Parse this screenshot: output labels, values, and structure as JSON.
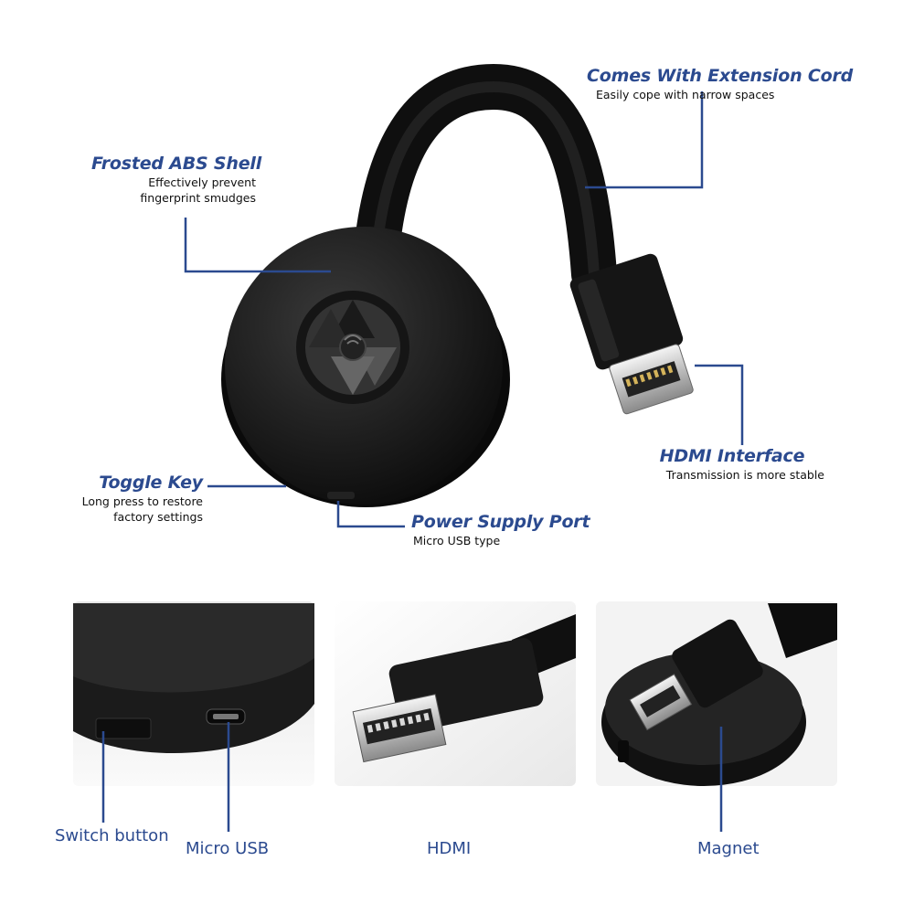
{
  "callouts": {
    "extension": {
      "title": "Comes With Extension Cord",
      "desc": "Easily cope with narrow spaces"
    },
    "shell": {
      "title": "Frosted ABS Shell",
      "desc_line1": "Effectively prevent",
      "desc_line2": "fingerprint smudges"
    },
    "hdmi": {
      "title": "HDMI Interface",
      "desc": "Transmission is more stable"
    },
    "toggle": {
      "title": "Toggle Key",
      "desc_line1": "Long press to restore",
      "desc_line2": "factory settings"
    },
    "power": {
      "title": "Power Supply Port",
      "desc": "Micro USB type"
    }
  },
  "bottom_labels": {
    "switch": "Switch button",
    "micro_usb": "Micro USB",
    "hdmi": "HDMI",
    "magnet": "Magnet"
  },
  "colors": {
    "accent": "#2b4a8f",
    "device": "#1b1b1b"
  }
}
